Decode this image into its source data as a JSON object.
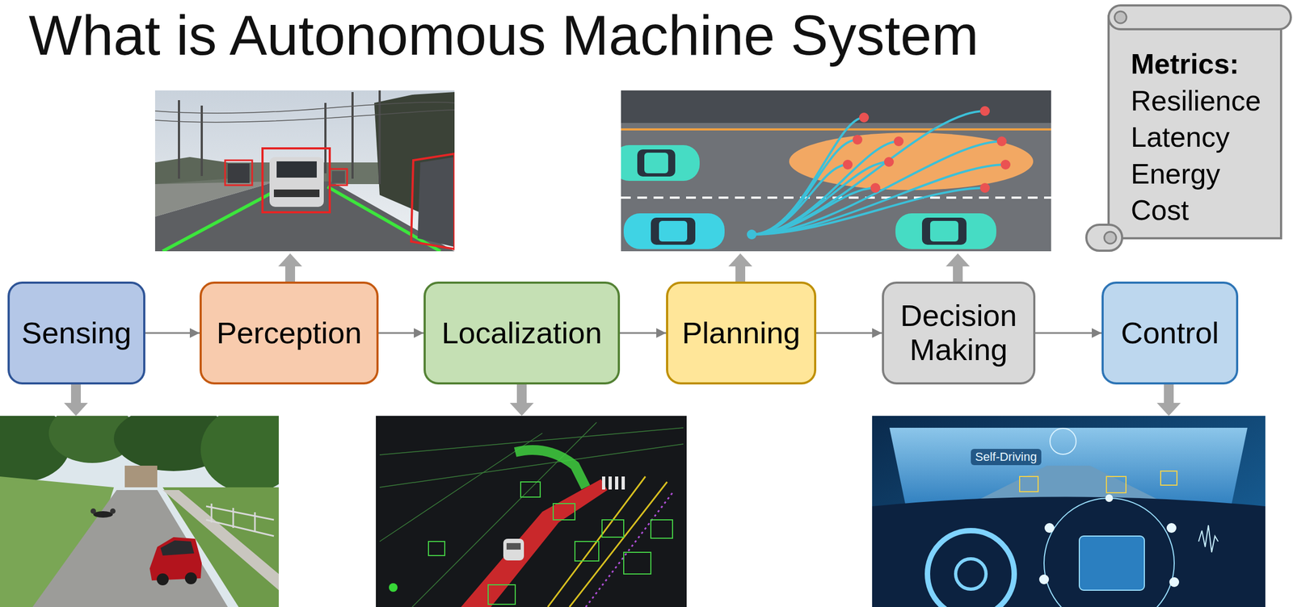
{
  "diagram": {
    "title": "What is Autonomous Machine System",
    "nodes": [
      {
        "text": [
          "Sensing"
        ]
      },
      {
        "text": [
          "Perception"
        ]
      },
      {
        "text": [
          "Localization"
        ]
      },
      {
        "text": [
          "Planning"
        ]
      },
      {
        "text": [
          "Decision Making"
        ]
      },
      {
        "text": [
          "Control"
        ]
      },
      {
        "text": [
          "Metrics:",
          "Resilience Latency Energy Cost"
        ]
      }
    ],
    "edges": [
      {
        "from": 0,
        "to": 1,
        "arrow": "to"
      },
      {
        "from": 1,
        "to": 2,
        "arrow": "to"
      },
      {
        "from": 2,
        "to": 3,
        "arrow": "to"
      },
      {
        "from": 3,
        "to": 4,
        "arrow": "to"
      },
      {
        "from": 4,
        "to": 5,
        "arrow": "to"
      }
    ],
    "labels": [
      "Self-Driving"
    ]
  }
}
